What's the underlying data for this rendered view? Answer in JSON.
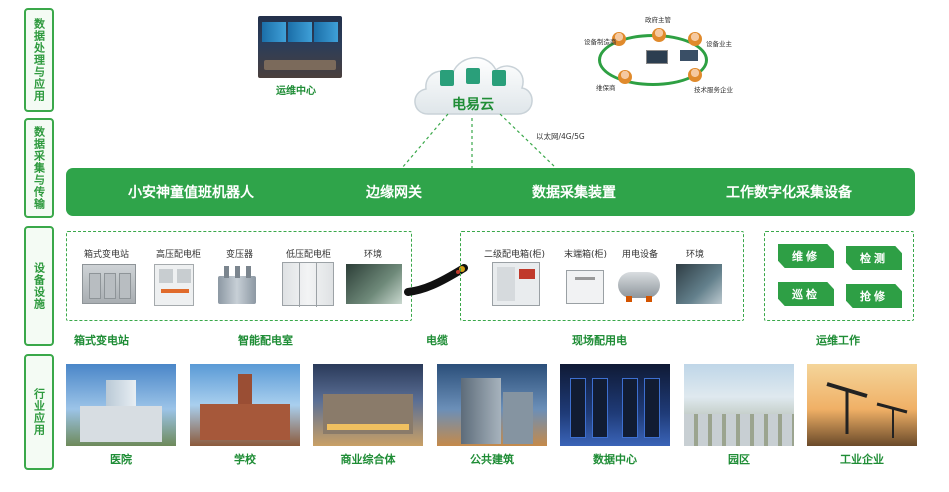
{
  "side_labels": {
    "data_processing": "数据处理与应用",
    "data_collection": "数据采集与传输",
    "equipment": "设备设施",
    "industry": "行业应用"
  },
  "top": {
    "ops_center": "运维中心",
    "cloud": "电易云",
    "network": "以太网/4G/5G",
    "stakeholders": {
      "gov": "政府主管",
      "manufacturer": "设备制造商",
      "owner": "设备业主",
      "insurer": "维保商",
      "service": "技术服务企业"
    }
  },
  "bar": {
    "robot": "小安神童值班机器人",
    "gateway": "边缘网关",
    "collector": "数据采集装置",
    "digital": "工作数字化采集设备"
  },
  "equipment": {
    "group1": {
      "items": [
        "箱式变电站",
        "高压配电柜",
        "变压器",
        "低压配电柜",
        "环境"
      ],
      "label_left": "箱式变电站",
      "label_right": "智能配电室"
    },
    "cable": "电缆",
    "group2": {
      "items": [
        "二级配电箱(柜)",
        "末端箱(柜)",
        "用电设备",
        "环境"
      ],
      "label": "现场配用电"
    },
    "group3": {
      "tags": [
        "维修",
        "检测",
        "巡检",
        "抢修"
      ],
      "label": "运维工作"
    }
  },
  "industry": [
    "医院",
    "学校",
    "商业综合体",
    "公共建筑",
    "数据中心",
    "园区",
    "工业企业"
  ],
  "colors": {
    "accent": "#2fa44a",
    "text_green": "#1f8d36"
  }
}
